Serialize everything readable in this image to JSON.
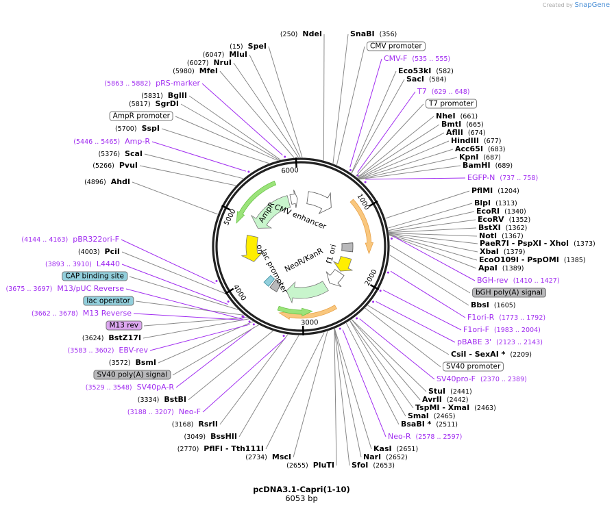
{
  "credit": {
    "prefix": "Created by",
    "brand": "SnapGene"
  },
  "plasmid": {
    "name": "pcDNA3.1-Capri(1-10)",
    "length_label": "6053 bp",
    "length": 6053
  },
  "colors": {
    "primer": "#a02cf0",
    "box_gray": "#b9b9bb",
    "box_teal": "#92cfdc",
    "box_lavender": "#dca6f0",
    "yellow": "#ffee00",
    "light_green": "#c8f5cc",
    "orange": "#f9c77e",
    "green": "#9be37a"
  },
  "ticks": [
    "1000",
    "2000",
    "3000",
    "4000",
    "5000",
    "6000"
  ],
  "features_inner": [
    {
      "name": "CMV enhancer"
    },
    {
      "name": "AmpR"
    },
    {
      "name": "ori"
    },
    {
      "name": "lac promoter"
    },
    {
      "name": "NeoR/KanR"
    },
    {
      "name": "f1 ori"
    }
  ],
  "labels": [
    {
      "type": "enzyme",
      "name": "NdeI",
      "pos": "(250)",
      "bp": 250
    },
    {
      "type": "enzyme",
      "name": "SnaBI",
      "pos": "(356)",
      "bp": 356
    },
    {
      "type": "feature",
      "name": "CMV promoter",
      "bp": 400
    },
    {
      "type": "primer",
      "name": "CMV-F",
      "pos": "(535 .. 555)",
      "bp": 535
    },
    {
      "type": "enzyme",
      "name": "Eco53kI",
      "pos": "(582)",
      "bp": 582
    },
    {
      "type": "enzyme",
      "name": "SacI",
      "pos": "(584)",
      "bp": 584
    },
    {
      "type": "primer",
      "name": "T7",
      "pos": "(629 .. 648)",
      "bp": 629
    },
    {
      "type": "feature",
      "name": "T7 promoter",
      "bp": 640
    },
    {
      "type": "enzyme",
      "name": "NheI",
      "pos": "(661)",
      "bp": 661
    },
    {
      "type": "enzyme",
      "name": "BmtI",
      "pos": "(665)",
      "bp": 665
    },
    {
      "type": "enzyme",
      "name": "AflII",
      "pos": "(674)",
      "bp": 674
    },
    {
      "type": "enzyme",
      "name": "HindIII",
      "pos": "(677)",
      "bp": 677
    },
    {
      "type": "enzyme",
      "name": "Acc65I",
      "pos": "(683)",
      "bp": 683
    },
    {
      "type": "enzyme",
      "name": "KpnI",
      "pos": "(687)",
      "bp": 687
    },
    {
      "type": "enzyme",
      "name": "BamHI",
      "pos": "(689)",
      "bp": 689
    },
    {
      "type": "primer",
      "name": "EGFP-N",
      "pos": "(737 .. 758)",
      "bp": 737
    },
    {
      "type": "enzyme",
      "name": "PflMI",
      "pos": "(1204)",
      "bp": 1204
    },
    {
      "type": "enzyme",
      "name": "BlpI",
      "pos": "(1313)",
      "bp": 1313
    },
    {
      "type": "enzyme",
      "name": "EcoRI",
      "pos": "(1340)",
      "bp": 1340
    },
    {
      "type": "enzyme",
      "name": "EcoRV",
      "pos": "(1352)",
      "bp": 1352
    },
    {
      "type": "enzyme",
      "name": "BstXI",
      "pos": "(1362)",
      "bp": 1362
    },
    {
      "type": "enzyme",
      "name": "NotI",
      "pos": "(1367)",
      "bp": 1367
    },
    {
      "type": "enzyme",
      "name": "PaeR7I   - PspXI   - XhoI",
      "pos": "(1373)",
      "bp": 1373
    },
    {
      "type": "enzyme",
      "name": "XbaI",
      "pos": "(1379)",
      "bp": 1379
    },
    {
      "type": "enzyme",
      "name": "EcoO109I   - PspOMI",
      "pos": "(1385)",
      "bp": 1385
    },
    {
      "type": "enzyme",
      "name": "ApaI",
      "pos": "(1389)",
      "bp": 1389
    },
    {
      "type": "primer",
      "name": "BGH-rev",
      "pos": "(1410 .. 1427)",
      "bp": 1410
    },
    {
      "type": "feature",
      "name": "bGH poly(A) signal",
      "bp": 1500,
      "fill": "box_gray"
    },
    {
      "type": "enzyme",
      "name": "BbsI",
      "pos": "(1605)",
      "bp": 1605
    },
    {
      "type": "primer",
      "name": "F1ori-R",
      "pos": "(1773 .. 1792)",
      "bp": 1773
    },
    {
      "type": "primer",
      "name": "F1ori-F",
      "pos": "(1983 .. 2004)",
      "bp": 1983
    },
    {
      "type": "primer",
      "name": "pBABE 3'",
      "pos": "(2123 .. 2143)",
      "bp": 2123
    },
    {
      "type": "enzyme",
      "name": "CsiI   - SexAI *",
      "pos": "(2209)",
      "bp": 2209
    },
    {
      "type": "feature",
      "name": "SV40 promoter",
      "bp": 2250
    },
    {
      "type": "primer",
      "name": "SV40pro-F",
      "pos": "(2370 .. 2389)",
      "bp": 2370
    },
    {
      "type": "enzyme",
      "name": "StuI",
      "pos": "(2441)",
      "bp": 2441
    },
    {
      "type": "enzyme",
      "name": "AvrII",
      "pos": "(2442)",
      "bp": 2442
    },
    {
      "type": "enzyme",
      "name": "TspMI   - XmaI",
      "pos": "(2463)",
      "bp": 2463
    },
    {
      "type": "enzyme",
      "name": "SmaI",
      "pos": "(2465)",
      "bp": 2465
    },
    {
      "type": "enzyme",
      "name": "BsaBI *",
      "pos": "(2511)",
      "bp": 2511
    },
    {
      "type": "primer",
      "name": "Neo-R",
      "pos": "(2578 .. 2597)",
      "bp": 2578
    },
    {
      "type": "enzyme",
      "name": "KasI",
      "pos": "(2651)",
      "bp": 2651
    },
    {
      "type": "enzyme",
      "name": "NarI",
      "pos": "(2652)",
      "bp": 2652
    },
    {
      "type": "enzyme",
      "name": "SfoI",
      "pos": "(2653)",
      "bp": 2653
    },
    {
      "type": "enzyme",
      "name": "PluTI",
      "pos": "(2655)",
      "bp": 2655
    },
    {
      "type": "enzyme",
      "name": "MscI",
      "pos": "(2734)",
      "bp": 2734
    },
    {
      "type": "enzyme",
      "name": "PflFI   - Tth111I",
      "pos": "(2770)",
      "bp": 2770
    },
    {
      "type": "enzyme",
      "name": "BssHII",
      "pos": "(3049)",
      "bp": 3049
    },
    {
      "type": "enzyme",
      "name": "RsrII",
      "pos": "(3168)",
      "bp": 3168
    },
    {
      "type": "primer",
      "name": "Neo-F",
      "pos": "(3188 .. 3207)",
      "bp": 3188
    },
    {
      "type": "enzyme",
      "name": "BstBI",
      "pos": "(3334)",
      "bp": 3334
    },
    {
      "type": "primer",
      "name": "SV40pA-R",
      "pos": "(3529 .. 3548)",
      "bp": 3529
    },
    {
      "type": "feature",
      "name": "SV40 poly(A) signal",
      "bp": 3500,
      "fill": "box_gray"
    },
    {
      "type": "enzyme",
      "name": "BsmI",
      "pos": "(3572)",
      "bp": 3572
    },
    {
      "type": "primer",
      "name": "EBV-rev",
      "pos": "(3583 .. 3602)",
      "bp": 3583
    },
    {
      "type": "enzyme",
      "name": "BstZ17I",
      "pos": "(3624)",
      "bp": 3624
    },
    {
      "type": "feature",
      "name": "M13 rev",
      "bp": 3650,
      "fill": "box_lavender"
    },
    {
      "type": "primer",
      "name": "M13 Reverse",
      "pos": "(3662 .. 3678)",
      "bp": 3662
    },
    {
      "type": "feature",
      "name": "lac operator",
      "bp": 3690,
      "fill": "box_teal"
    },
    {
      "type": "primer",
      "name": "M13/pUC Reverse",
      "pos": "(3675 .. 3697)",
      "bp": 3675
    },
    {
      "type": "feature",
      "name": "CAP binding site",
      "bp": 3780,
      "fill": "box_teal"
    },
    {
      "type": "primer",
      "name": "L4440",
      "pos": "(3893 .. 3910)",
      "bp": 3893
    },
    {
      "type": "enzyme",
      "name": "PciI",
      "pos": "(4003)",
      "bp": 4003
    },
    {
      "type": "primer",
      "name": "pBR322ori-F",
      "pos": "(4144 .. 4163)",
      "bp": 4144
    },
    {
      "type": "enzyme",
      "name": "AhdI",
      "pos": "(4896)",
      "bp": 4896
    },
    {
      "type": "enzyme",
      "name": "PvuI",
      "pos": "(5266)",
      "bp": 5266
    },
    {
      "type": "enzyme",
      "name": "ScaI",
      "pos": "(5376)",
      "bp": 5376
    },
    {
      "type": "primer",
      "name": "Amp-R",
      "pos": "(5446 .. 5465)",
      "bp": 5446
    },
    {
      "type": "enzyme",
      "name": "SspI",
      "pos": "(5700)",
      "bp": 5700
    },
    {
      "type": "feature",
      "name": "AmpR promoter",
      "bp": 5800
    },
    {
      "type": "enzyme",
      "name": "SgrDI",
      "pos": "(5817)",
      "bp": 5817
    },
    {
      "type": "enzyme",
      "name": "BglII",
      "pos": "(5831)",
      "bp": 5831
    },
    {
      "type": "primer",
      "name": "pRS-marker",
      "pos": "(5863 .. 5882)",
      "bp": 5863
    },
    {
      "type": "enzyme",
      "name": "MfeI",
      "pos": "(5980)",
      "bp": 5980
    },
    {
      "type": "enzyme",
      "name": "NruI",
      "pos": "(6027)",
      "bp": 6027
    },
    {
      "type": "enzyme",
      "name": "MluI",
      "pos": "(6047)",
      "bp": 6047
    },
    {
      "type": "enzyme",
      "name": "SpeI",
      "pos": "(15)",
      "bp": 15
    }
  ]
}
